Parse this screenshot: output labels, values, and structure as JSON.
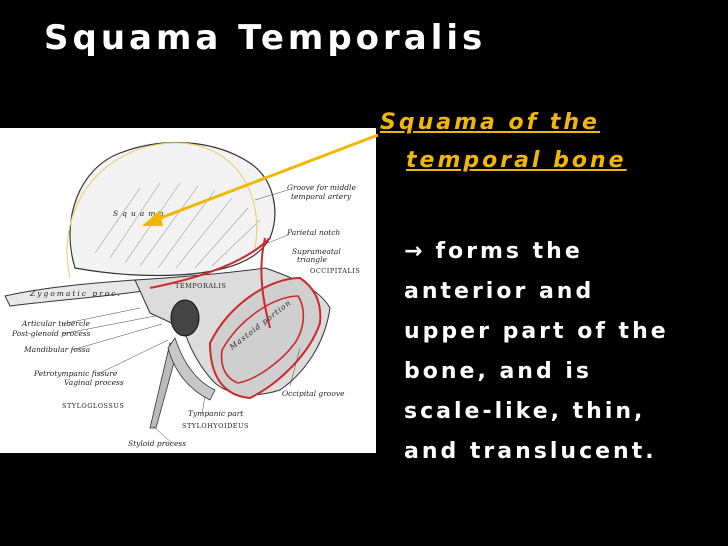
{
  "slide": {
    "title": "Squama Temporalis",
    "subtitle_line1": "Squama of the",
    "subtitle_line2": "temporal bone",
    "description_lines": [
      "forms the",
      "anterior and",
      "upper part of the",
      "bone, and is",
      "scale-like, thin,",
      "and translucent."
    ],
    "arrow_symbol": "→",
    "colors": {
      "background": "#000000",
      "title": "#ffffff",
      "subtitle": "#f2b705",
      "body": "#ffffff",
      "pointer_arrow": "#f2b705",
      "highlight_outline": "#cc2a2a"
    }
  },
  "figure": {
    "labels": {
      "squama": "Squama",
      "groove": "Groove for middle",
      "groove2": "temporal artery",
      "parietal_notch": "Parietal notch",
      "suprameatal": "Suprameatal",
      "suprameatal2": "triangle",
      "occipitalis": "OCCIPITALIS",
      "zygomatic": "Zygomatic proc.",
      "temporalis": "TEMPORALIS",
      "articular": "Articular tubercle",
      "postglenoid": "Post-glenoid process",
      "mandibular": "Mandibular fossa",
      "petrotympanic": "Petrotympanic fissure",
      "vaginal": "Vaginal process",
      "styloglossus": "STYLOGLOSSUS",
      "mastoid": "Mastoid portion",
      "occipital_groove": "Occipital groove",
      "tympanic": "Tympanic part",
      "stylohyoideus": "STYLOHYOIDEUS",
      "styloid": "Styloid process"
    }
  }
}
